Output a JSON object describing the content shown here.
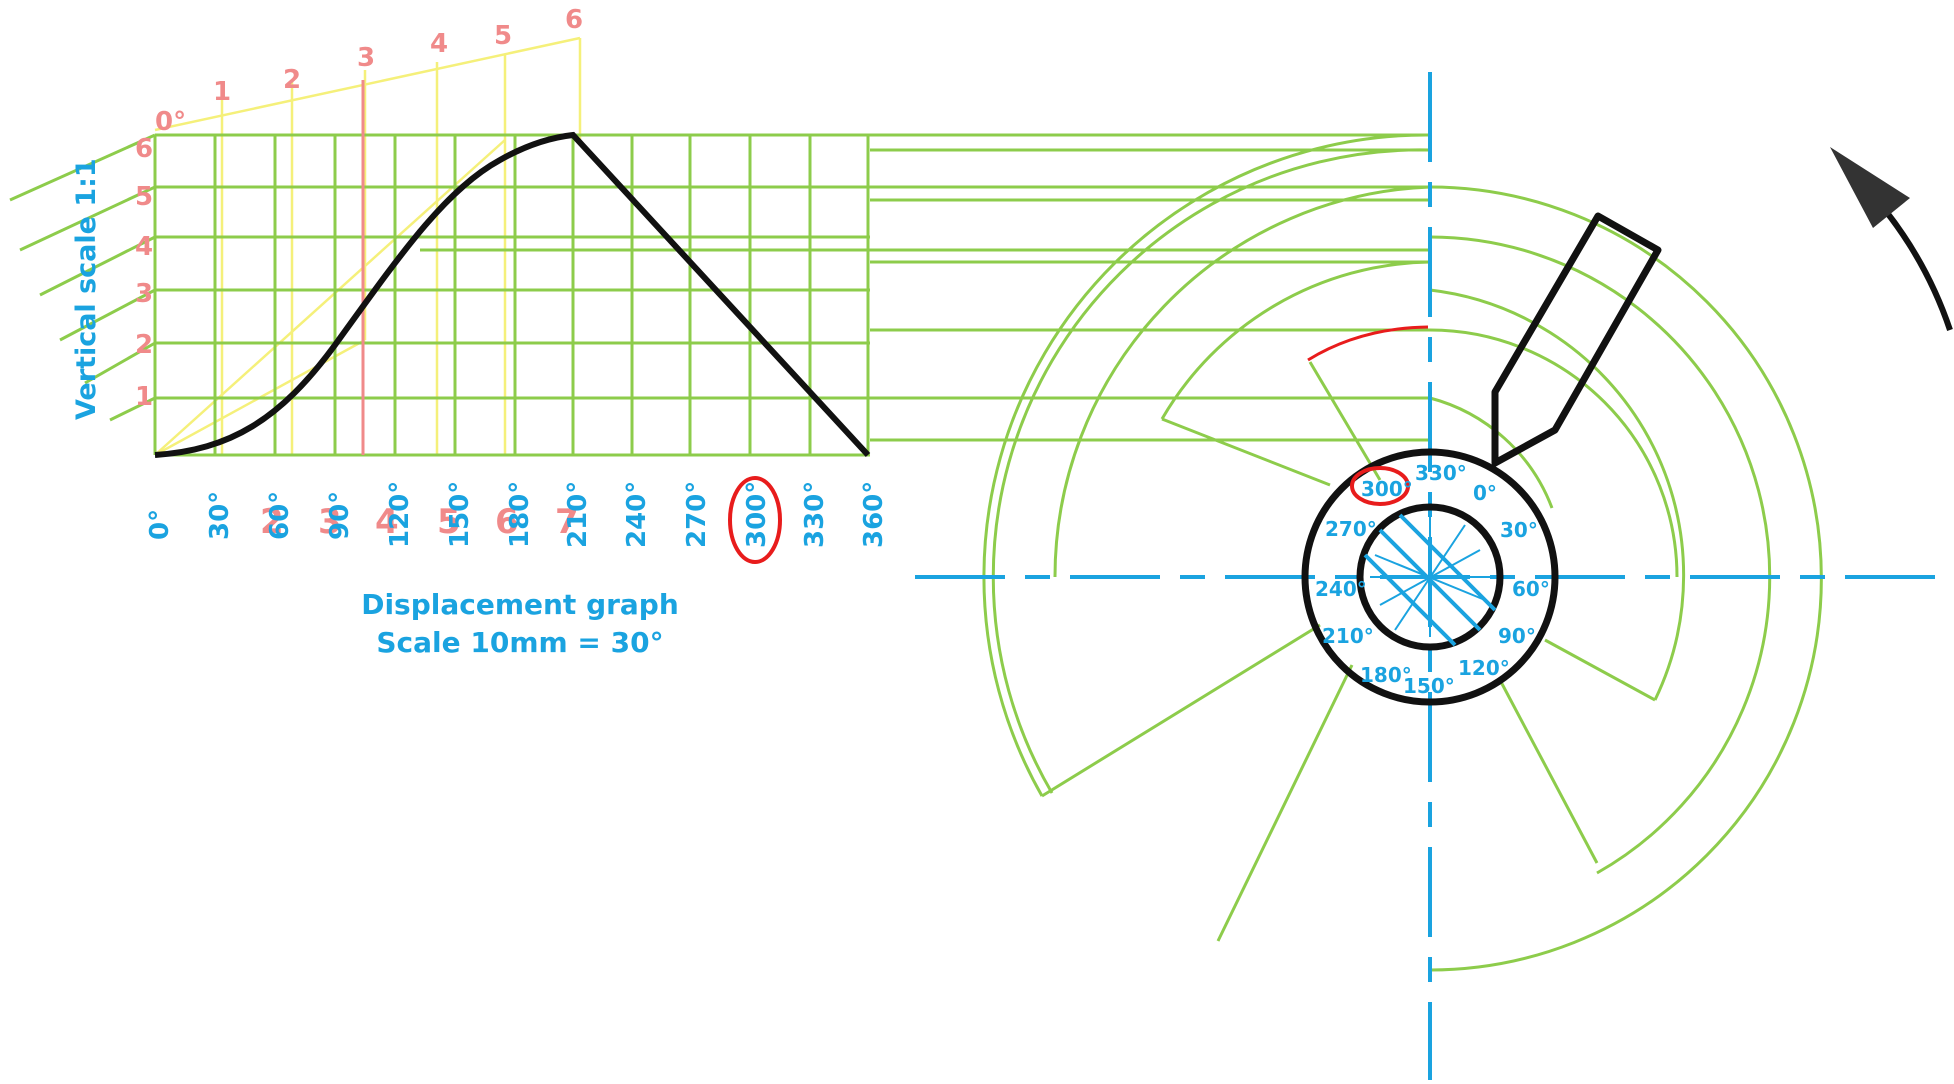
{
  "graph": {
    "x_labels": [
      "0°",
      "30°",
      "60°",
      "90°",
      "120°",
      "150°",
      "180°",
      "210°",
      "240°",
      "270°",
      "300°",
      "330°",
      "360°"
    ],
    "point_labels_under": [
      "2",
      "3",
      "4",
      "5",
      "6",
      "7"
    ],
    "y_labels": [
      "1",
      "2",
      "3",
      "4",
      "5",
      "6"
    ],
    "top_point_labels": [
      "0°",
      "1",
      "2",
      "3",
      "4",
      "5",
      "6"
    ],
    "vertical_scale_label": "Vertical scale 1:1",
    "title": "Displacement graph",
    "subtitle": "Scale 10mm = 30°"
  },
  "cam": {
    "inner_labels": [
      "330°",
      "0°",
      "30°",
      "60°",
      "90°",
      "120°",
      "150°",
      "180°",
      "210°",
      "240°",
      "270°",
      "300°"
    ]
  },
  "colors": {
    "construction": "#8dcc4b",
    "projection": "#f5f07a",
    "annotation": "#1aa3e0",
    "point_label": "#f08a8a",
    "highlight": "#e81c1c",
    "outline": "#111111"
  }
}
